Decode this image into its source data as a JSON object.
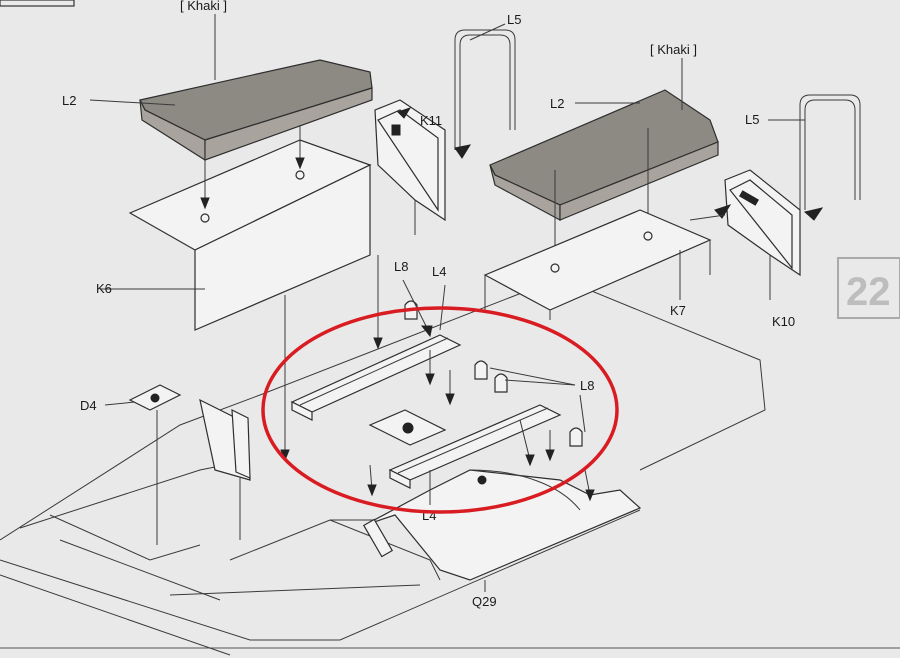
{
  "labels": {
    "khaki_left": "[ Khaki ]",
    "khaki_right": "[ Khaki ]",
    "l2_left": "L2",
    "l2_right": "L2",
    "l5_left": "L5",
    "l5_right": "L5",
    "k11": "K11",
    "k6": "K6",
    "k7": "K7",
    "k10": "K10",
    "l8_top": "L8",
    "l4_top": "L4",
    "l8_right": "L8",
    "d4": "D4",
    "l4_bottom": "L4",
    "q29": "Q29",
    "page_num": "22"
  },
  "colors": {
    "khaki": "#8d8a84",
    "highlight_circle": "#d81c22",
    "paper": "#e9e9ea",
    "ink": "#2e2e2e"
  }
}
